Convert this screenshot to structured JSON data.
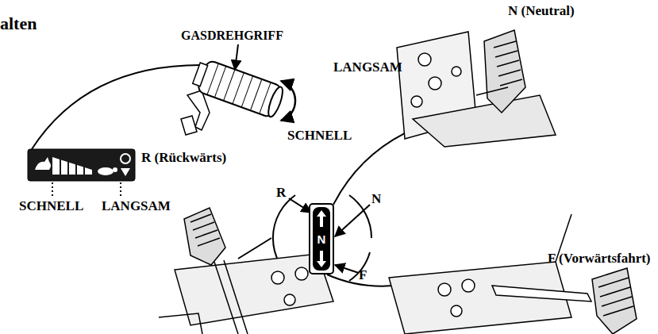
{
  "diagram": {
    "title": "alten",
    "nodes": [
      {
        "text": [
          "N"
        ]
      }
    ],
    "labels": [
      "GASDREHGRIFF",
      "N (Neutral)",
      "LANGSAM",
      "SCHNELL",
      "R (Rückwärts)",
      "R",
      "N",
      "SCHNELL",
      "LANGSAM",
      "F",
      "F (Vorwärtsfahrt)"
    ]
  }
}
